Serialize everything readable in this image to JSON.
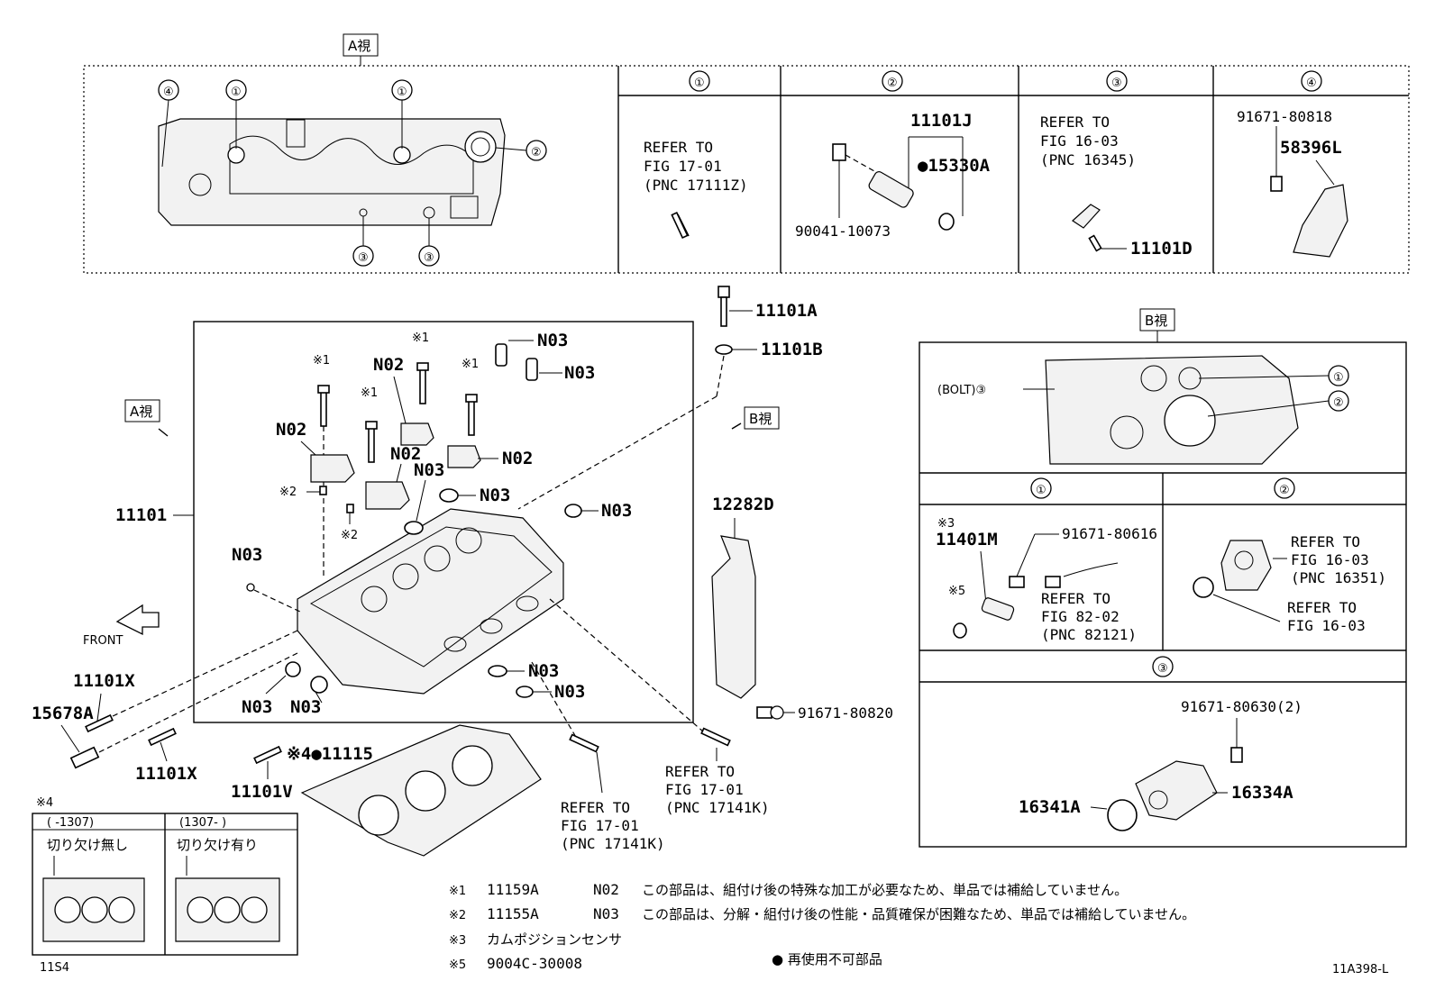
{
  "view_labels": {
    "a": "A視",
    "b": "B視"
  },
  "top_panel": {
    "circled": [
      "①",
      "②",
      "③",
      "④"
    ],
    "col1": {
      "header": "①",
      "refer": [
        "REFER TO",
        "FIG 17-01",
        "(PNC 17111Z)"
      ]
    },
    "col2": {
      "header": "②",
      "part_a": "11101J",
      "part_b": "●15330A",
      "part_c": "90041-10073"
    },
    "col3": {
      "header": "③",
      "refer": [
        "REFER TO",
        "FIG 16-03",
        "(PNC 16345)"
      ],
      "part": "11101D"
    },
    "col4": {
      "header": "④",
      "part_a": "91671-80818",
      "part_b": "58396L"
    }
  },
  "main": {
    "parts": {
      "p11101A": "11101A",
      "p11101B": "11101B",
      "p11101": "11101",
      "p12282D": "12282D",
      "p91671_80820": "91671-80820",
      "p11101X_a": "11101X",
      "p11101X_b": "11101X",
      "p15678A": "15678A",
      "p11101V": "11101V",
      "p11115": "※4●11115",
      "n02": "N02",
      "n03": "N03",
      "mark1": "※1",
      "mark2": "※2",
      "front": "FRONT"
    },
    "refer_left": [
      "REFER TO",
      "FIG 17-01",
      "(PNC 17141K)"
    ],
    "refer_right": [
      "REFER TO",
      "FIG 17-01",
      "(PNC 17141K)"
    ]
  },
  "b_panel": {
    "bolt_label": "(BOLT)③",
    "circled": [
      "①",
      "②",
      "③"
    ],
    "sec1": {
      "header": "①",
      "mark": "※3",
      "part_a": "11401M",
      "part_b": "91671-80616",
      "mark5": "※5",
      "refer": [
        "REFER TO",
        "FIG 82-02",
        "(PNC 82121)"
      ]
    },
    "sec2": {
      "header": "②",
      "refer_a": [
        "REFER TO",
        "FIG 16-03",
        "(PNC 16351)"
      ],
      "refer_b": [
        "REFER TO",
        "FIG 16-03"
      ]
    },
    "sec3": {
      "header": "③",
      "part_a": "91671-80630(2)",
      "part_b": "16341A",
      "part_c": "16334A"
    }
  },
  "inset": {
    "mark": "※4",
    "col_a": "(      -1307)",
    "col_b": "(1307-      )",
    "label_a": "切り欠け無し",
    "label_b": "切り欠け有り",
    "code": "11S4"
  },
  "notes": [
    {
      "mark": "※1",
      "part": "11159A",
      "code": "N02",
      "text": "この部品は、組付け後の特殊な加工が必要なため、単品では補給していません。"
    },
    {
      "mark": "※2",
      "part": "11155A",
      "code": "N03",
      "text": "この部品は、分解・組付け後の性能・品質確保が困難なため、単品では補給していません。"
    },
    {
      "mark": "※3",
      "text": "カムポジションセンサ"
    },
    {
      "mark": "※5",
      "text": "9004C-30008"
    }
  ],
  "legend": "● 再使用不可部品",
  "figure_code": "11A398-L"
}
